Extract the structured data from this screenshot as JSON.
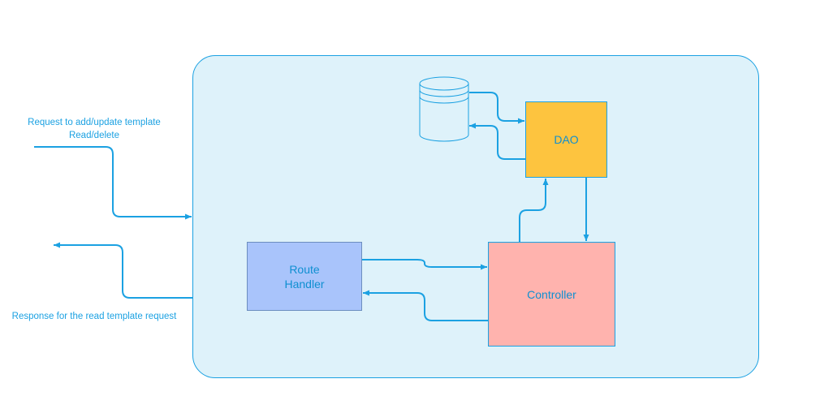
{
  "diagram": {
    "nodes": {
      "route_handler": {
        "line1": "Route",
        "line2": "Handler"
      },
      "controller": {
        "label": "Controller"
      },
      "dao": {
        "label": "DAO"
      }
    },
    "external_labels": {
      "request_line1": "Request to add/update template",
      "request_line2": "Read/delete",
      "response": "Response for the read template request"
    }
  },
  "colors": {
    "edge": "#1ba1e2",
    "container_fill": "#def2fa",
    "route_fill": "#a9c4fb",
    "controller_fill": "#ffb3ae",
    "dao_fill": "#fdc43f"
  }
}
